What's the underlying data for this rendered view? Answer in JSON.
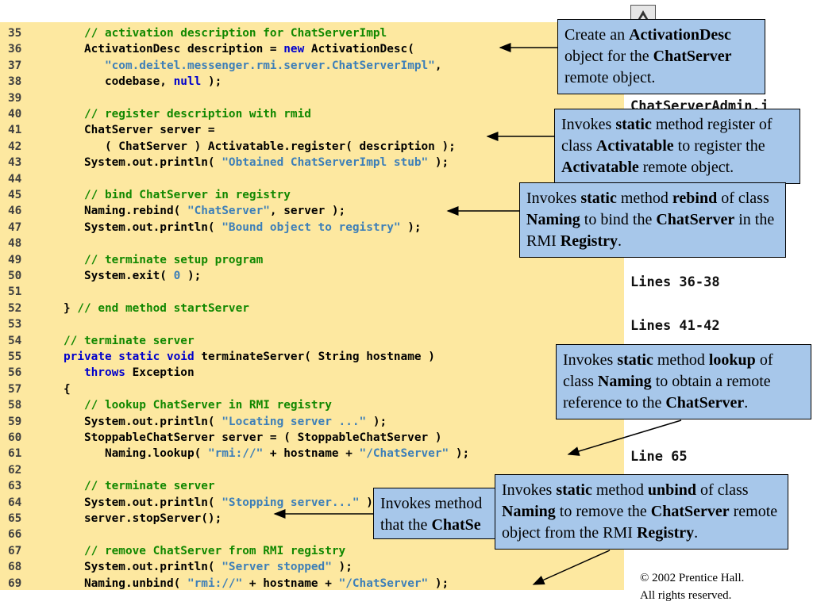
{
  "code_lines": [
    {
      "num": "35",
      "segs": [
        {
          "t": "      "
        },
        {
          "t": "// activation description for ChatServerImpl",
          "c": "cm"
        }
      ]
    },
    {
      "num": "36",
      "segs": [
        {
          "t": "      ActivationDesc description = "
        },
        {
          "t": "new",
          "c": "kw"
        },
        {
          "t": " ActivationDesc("
        }
      ]
    },
    {
      "num": "37",
      "segs": [
        {
          "t": "         "
        },
        {
          "t": "\"com.deitel.messenger.rmi.server.ChatServerImpl\"",
          "c": "st"
        },
        {
          "t": ","
        }
      ]
    },
    {
      "num": "38",
      "segs": [
        {
          "t": "         codebase, "
        },
        {
          "t": "null",
          "c": "kw"
        },
        {
          "t": " );"
        }
      ]
    },
    {
      "num": "39",
      "segs": []
    },
    {
      "num": "40",
      "segs": [
        {
          "t": "      "
        },
        {
          "t": "// register description with rmid",
          "c": "cm"
        }
      ]
    },
    {
      "num": "41",
      "segs": [
        {
          "t": "      ChatServer server ="
        }
      ]
    },
    {
      "num": "42",
      "segs": [
        {
          "t": "         ( ChatServer ) Activatable.register( description );"
        }
      ]
    },
    {
      "num": "43",
      "segs": [
        {
          "t": "      System.out.println( "
        },
        {
          "t": "\"Obtained ChatServerImpl stub\"",
          "c": "st"
        },
        {
          "t": " );"
        }
      ]
    },
    {
      "num": "44",
      "segs": []
    },
    {
      "num": "45",
      "segs": [
        {
          "t": "      "
        },
        {
          "t": "// bind ChatServer in registry",
          "c": "cm"
        }
      ]
    },
    {
      "num": "46",
      "segs": [
        {
          "t": "      Naming.rebind( "
        },
        {
          "t": "\"ChatServer\"",
          "c": "st"
        },
        {
          "t": ", server );"
        }
      ]
    },
    {
      "num": "47",
      "segs": [
        {
          "t": "      System.out.println( "
        },
        {
          "t": "\"Bound object to registry\"",
          "c": "st"
        },
        {
          "t": " );"
        }
      ]
    },
    {
      "num": "48",
      "segs": []
    },
    {
      "num": "49",
      "segs": [
        {
          "t": "      "
        },
        {
          "t": "// terminate setup program",
          "c": "cm"
        }
      ]
    },
    {
      "num": "50",
      "segs": [
        {
          "t": "      System.exit( "
        },
        {
          "t": "0",
          "c": "nm"
        },
        {
          "t": " );"
        }
      ]
    },
    {
      "num": "51",
      "segs": []
    },
    {
      "num": "52",
      "segs": [
        {
          "t": "   } "
        },
        {
          "t": "// end method startServer",
          "c": "cm"
        }
      ]
    },
    {
      "num": "53",
      "segs": []
    },
    {
      "num": "54",
      "segs": [
        {
          "t": "   "
        },
        {
          "t": "// terminate server",
          "c": "cm"
        }
      ]
    },
    {
      "num": "55",
      "segs": [
        {
          "t": "   "
        },
        {
          "t": "private static void",
          "c": "kw"
        },
        {
          "t": " terminateServer( String hostname )"
        }
      ]
    },
    {
      "num": "56",
      "segs": [
        {
          "t": "      "
        },
        {
          "t": "throws",
          "c": "kw"
        },
        {
          "t": " Exception"
        }
      ]
    },
    {
      "num": "57",
      "segs": [
        {
          "t": "   {"
        }
      ]
    },
    {
      "num": "58",
      "segs": [
        {
          "t": "      "
        },
        {
          "t": "// lookup ChatServer in RMI registry",
          "c": "cm"
        }
      ]
    },
    {
      "num": "59",
      "segs": [
        {
          "t": "      System.out.println( "
        },
        {
          "t": "\"Locating server ...\"",
          "c": "st"
        },
        {
          "t": " );"
        }
      ]
    },
    {
      "num": "60",
      "segs": [
        {
          "t": "      StoppableChatServer server = ( StoppableChatServer )"
        }
      ]
    },
    {
      "num": "61",
      "segs": [
        {
          "t": "         Naming.lookup( "
        },
        {
          "t": "\"rmi://\"",
          "c": "st"
        },
        {
          "t": " + hostname + "
        },
        {
          "t": "\"/ChatServer\"",
          "c": "st"
        },
        {
          "t": " );"
        }
      ]
    },
    {
      "num": "62",
      "segs": []
    },
    {
      "num": "63",
      "segs": [
        {
          "t": "      "
        },
        {
          "t": "// terminate server",
          "c": "cm"
        }
      ]
    },
    {
      "num": "64",
      "segs": [
        {
          "t": "      System.out.println( "
        },
        {
          "t": "\"Stopping server...\"",
          "c": "st"
        },
        {
          "t": " );"
        }
      ]
    },
    {
      "num": "65",
      "segs": [
        {
          "t": "      server.stopServer();"
        }
      ]
    },
    {
      "num": "66",
      "segs": []
    },
    {
      "num": "67",
      "segs": [
        {
          "t": "      "
        },
        {
          "t": "// remove ChatServer from RMI registry",
          "c": "cm"
        }
      ]
    },
    {
      "num": "68",
      "segs": [
        {
          "t": "      System.out.println( "
        },
        {
          "t": "\"Server stopped\"",
          "c": "st"
        },
        {
          "t": " );"
        }
      ]
    },
    {
      "num": "69",
      "segs": [
        {
          "t": "      Naming.unbind( "
        },
        {
          "t": "\"rmi://\"",
          "c": "st"
        },
        {
          "t": " + hostname + "
        },
        {
          "t": "\"/ChatServer\"",
          "c": "st"
        },
        {
          "t": " );"
        }
      ]
    }
  ],
  "side_labels": {
    "lines_36_38": "Lines 36-38",
    "lines_41_42": "Lines 41-42",
    "line_65": "Line 65",
    "obscured": "ChatServerAdmin.j"
  },
  "callouts": {
    "activation_desc": [
      {
        "t": "Create an "
      },
      {
        "t": "ActivationDesc",
        "b": true
      },
      {
        "t": " object for the "
      },
      {
        "t": "ChatServer",
        "b": true
      },
      {
        "t": " remote object."
      }
    ],
    "register": [
      {
        "t": "Invokes "
      },
      {
        "t": "static",
        "b": true
      },
      {
        "t": " method register of class "
      },
      {
        "t": "Activatable",
        "b": true
      },
      {
        "t": " to register the "
      },
      {
        "t": "Activatable",
        "b": true
      },
      {
        "t": " remote object."
      }
    ],
    "rebind": [
      {
        "t": "Invokes "
      },
      {
        "t": "static",
        "b": true
      },
      {
        "t": " method "
      },
      {
        "t": "rebind",
        "b": true
      },
      {
        "t": " of class "
      },
      {
        "t": "Naming",
        "b": true
      },
      {
        "t": " to bind the "
      },
      {
        "t": "ChatServer",
        "b": true
      },
      {
        "t": " in the RMI "
      },
      {
        "t": "Registry",
        "b": true
      },
      {
        "t": "."
      }
    ],
    "lookup": [
      {
        "t": "Invokes "
      },
      {
        "t": "static",
        "b": true
      },
      {
        "t": " method "
      },
      {
        "t": "lookup",
        "b": true
      },
      {
        "t": " of class "
      },
      {
        "t": "Naming",
        "b": true
      },
      {
        "t": " to obtain a remote reference to the "
      },
      {
        "t": "ChatServer",
        "b": true
      },
      {
        "t": "."
      }
    ],
    "stop_partial": [
      {
        "t": "Invokes method "
      },
      {
        "t": "that the "
      },
      {
        "t": "ChatSe",
        "b": true
      }
    ],
    "unbind": [
      {
        "t": "Invokes "
      },
      {
        "t": "static",
        "b": true
      },
      {
        "t": " method "
      },
      {
        "t": "unbind",
        "b": true
      },
      {
        "t": " of class "
      },
      {
        "t": "Naming",
        "b": true
      },
      {
        "t": " to remove the "
      },
      {
        "t": "ChatServer",
        "b": true
      },
      {
        "t": " remote object from the RMI "
      },
      {
        "t": "Registry",
        "b": true
      },
      {
        "t": "."
      }
    ]
  },
  "copyright": {
    "line1": "© 2002 Prentice Hall.",
    "line2": "All rights reserved."
  },
  "colors": {
    "code_background": "#fde8a0",
    "callout_background": "#a7c7ea",
    "keyword": "#0000cc",
    "comment": "#118800",
    "string": "#3d7fb8"
  },
  "icons": {
    "nav_button": "up-triangle-icon"
  }
}
